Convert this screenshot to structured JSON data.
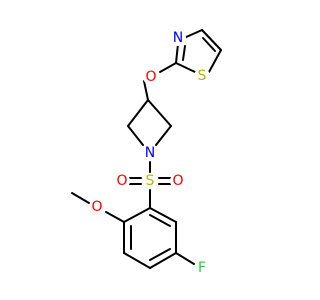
{
  "molecule": {
    "atoms": {
      "n_thiazole": {
        "symbol": "N",
        "color": "#0000ff"
      },
      "s_thiazole": {
        "symbol": "S",
        "color": "#b8b800"
      },
      "o_ether": {
        "symbol": "O",
        "color": "#ff0000"
      },
      "n_azetidine": {
        "symbol": "N",
        "color": "#0000ff"
      },
      "s_sulfonyl": {
        "symbol": "S",
        "color": "#b8b800"
      },
      "o_sulfonyl_left": {
        "symbol": "O",
        "color": "#ff0000"
      },
      "o_sulfonyl_right": {
        "symbol": "O",
        "color": "#ff0000"
      },
      "o_methoxy": {
        "symbol": "O",
        "color": "#ff0000"
      },
      "f_aryl": {
        "symbol": "F",
        "color": "#33cc33"
      }
    }
  }
}
